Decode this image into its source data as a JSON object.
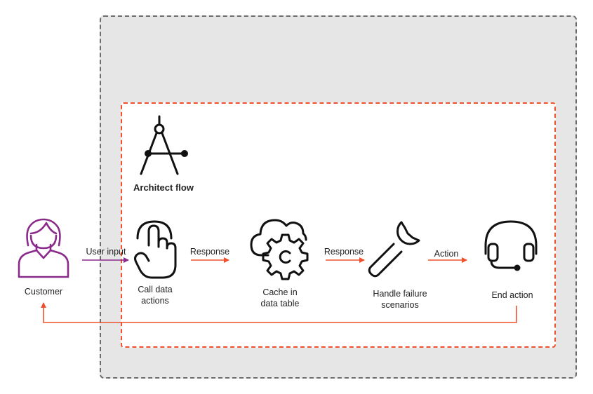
{
  "diagram": {
    "title": "Architect flow",
    "nodes": {
      "customer": {
        "label": "Customer",
        "icon": "customer-headset-person-icon",
        "color": "#8a2a8a"
      },
      "call_data": {
        "label": "Call data actions",
        "icon": "tap-finger-icon"
      },
      "cache": {
        "label": "Cache in data table",
        "icon": "cloud-gear-icon"
      },
      "handle": {
        "label": "Handle failure scenarios",
        "icon": "wrench-icon"
      },
      "end": {
        "label": "End action",
        "icon": "headset-icon"
      }
    },
    "edges": {
      "user_input": "User input",
      "response_1": "Response",
      "response_2": "Response",
      "action": "Action"
    },
    "colors": {
      "accent": "#f0502d",
      "purple": "#8a2a8a",
      "outer_border": "#6d6d6d",
      "outer_fill": "#e6e6e6"
    }
  }
}
